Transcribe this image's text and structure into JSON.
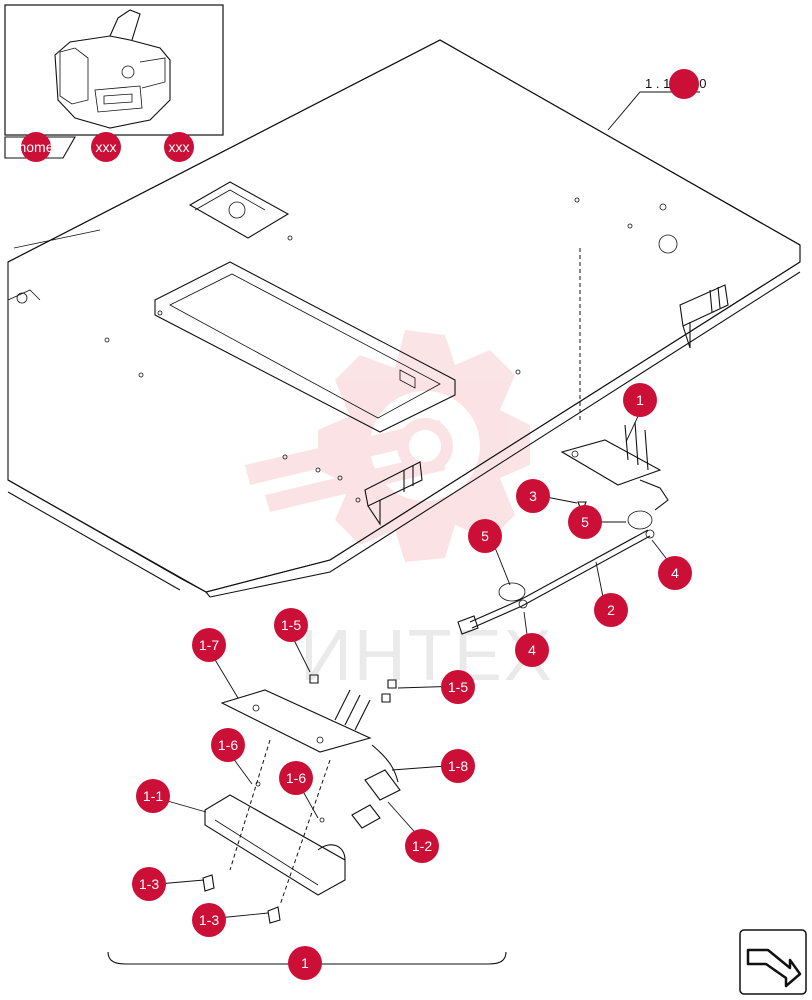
{
  "reference_label": "1 . 1.300 0",
  "watermark_text": "ИНТЕХ",
  "thumbnail": {
    "tabs": [
      {
        "label": "home"
      },
      {
        "label": "xxx"
      },
      {
        "label": "xxx"
      }
    ]
  },
  "callouts": {
    "c_1_top": "1",
    "c_3": "3",
    "c_5_right": "5",
    "c_5_left": "5",
    "c_4_right": "4",
    "c_2": "2",
    "c_4_left": "4",
    "c_1_7": "1-7",
    "c_1_5_top": "1-5",
    "c_1_5_right": "1-5",
    "c_1_6_left": "1-6",
    "c_1_6_right": "1-6",
    "c_1_8": "1-8",
    "c_1_1": "1-1",
    "c_1_2": "1-2",
    "c_1_3_top": "1-3",
    "c_1_3_bottom": "1-3",
    "c_1_bottom": "1"
  },
  "colors": {
    "callout": "#cc0f36",
    "watermark": "#f5b8bd"
  },
  "icons": {
    "navigation": "return-arrow-icon"
  }
}
